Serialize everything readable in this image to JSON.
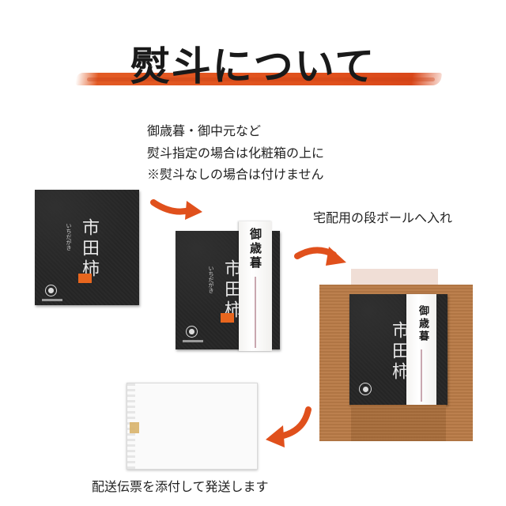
{
  "header": {
    "title": "熨斗について"
  },
  "step1": {
    "lines": [
      "御歳暮・御中元など",
      "熨斗指定の場合は化粧箱の上に",
      "※熨斗なしの場合は付けません"
    ]
  },
  "step2": {
    "label": "宅配用の段ボールへ入れ"
  },
  "step3": {
    "label": "配送伝票を添付して発送します"
  },
  "product": {
    "brand": "市田柿",
    "reading": "いちだがき"
  },
  "noshi": {
    "label": "御歳暮"
  },
  "colors": {
    "accent": "#e25a24",
    "box": "#262626",
    "cardboard": "#b97b47"
  },
  "icons": [
    "curved-arrow-icon",
    "brand-logo-icon"
  ]
}
